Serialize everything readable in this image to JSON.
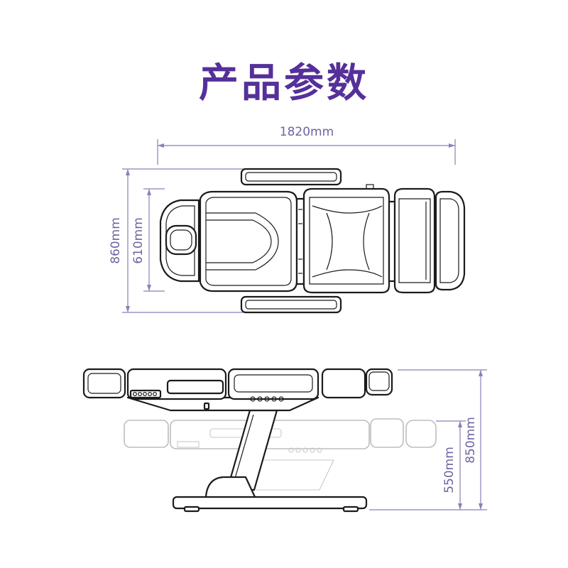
{
  "title": "产品参数",
  "dimensions": {
    "length": "1820mm",
    "width_total": "860mm",
    "width_inner": "610mm",
    "height_max": "850mm",
    "height_min": "550mm"
  },
  "colors": {
    "title": "#55309a",
    "dimension": "#6f63a0",
    "line": "#1b1b1b",
    "ghost": "#bdbdbd"
  }
}
